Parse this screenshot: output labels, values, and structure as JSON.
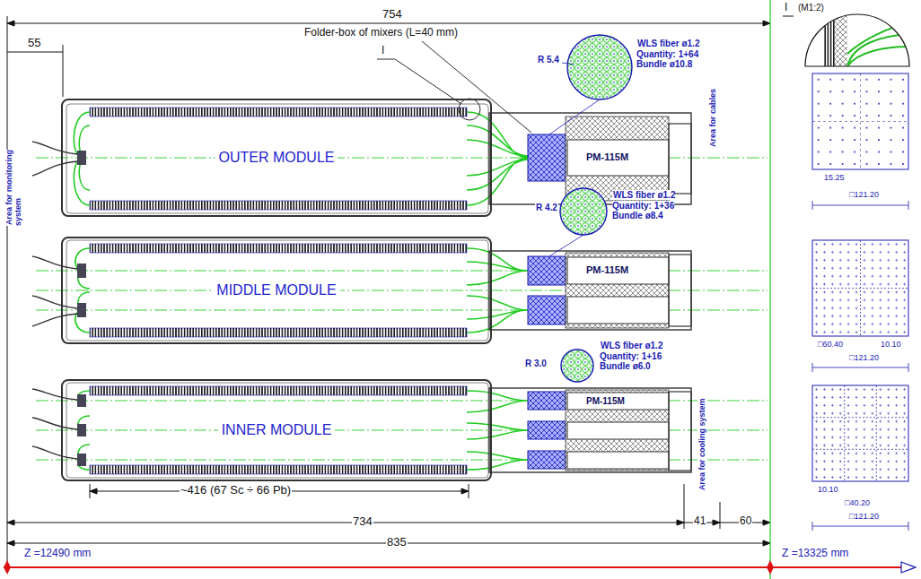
{
  "diagram": {
    "nodes": [
      {
        "text": [
          "OUTER MODULE"
        ]
      },
      {
        "text": [
          "MIDDLE MODULE"
        ]
      },
      {
        "text": [
          "INNER MODULE"
        ]
      }
    ],
    "labels": [
      "754",
      "55",
      "Folder-box of mixers (L=40 mm)",
      "I",
      "R 5.4",
      "WLS fiber ø1.2 Quantity: 1+64 Bundle ø10.8",
      "PM-115M",
      "Area for monitoring system",
      "Area for cables",
      "R 4.2",
      "WLS fiber ø1.2 Quantity: 1+36 Bundle ø8.4",
      "PM-115M",
      "R 3.0",
      "WLS fiber ø1.2 Quantity: 1+16 Bundle ø6.0",
      "PM-115M",
      "Area for cooling system",
      "~416 (67 Sc ÷ 66 Pb)",
      "734",
      "41",
      "60",
      "835",
      "Z =12490 mm",
      "Z =13325 mm",
      "I",
      "(M1:2)",
      "15.25",
      "□121.20",
      "□60.40",
      "10.10",
      "□121.20",
      "10.10",
      "□40.20",
      "□121.20"
    ]
  }
}
